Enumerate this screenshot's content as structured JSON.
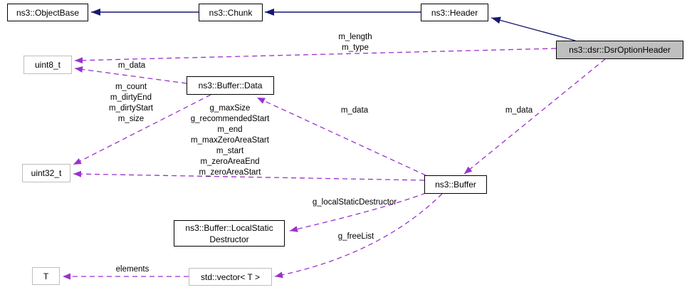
{
  "diagram": {
    "kind": "doxygen-collaboration-diagram",
    "colors": {
      "background": "#ffffff",
      "inheritance_edge": "#191970",
      "usage_edge": "#9a32cd",
      "node_border": "#000000",
      "external_node_border": "#bebebe",
      "focus_node_fill": "#bfbfbf",
      "node_fill": "#ffffff",
      "text": "#000000"
    },
    "nodes": {
      "objectbase": {
        "label": "ns3::ObjectBase"
      },
      "chunk": {
        "label": "ns3::Chunk"
      },
      "header": {
        "label": "ns3::Header"
      },
      "dsr_option_header": {
        "label": "ns3::dsr::DsrOptionHeader"
      },
      "uint8": {
        "label": "uint8_t"
      },
      "buffer_data": {
        "label": "ns3::Buffer::Data"
      },
      "uint32": {
        "label": "uint32_t"
      },
      "buffer": {
        "label": "ns3::Buffer"
      },
      "local_static": {
        "line1": "ns3::Buffer::LocalStatic",
        "line2": "Destructor"
      },
      "t": {
        "label": "T"
      },
      "std_vector": {
        "label": "std::vector< T >"
      }
    },
    "edge_labels": {
      "dsr_to_uint8": {
        "lines": [
          "m_length",
          "m_type"
        ]
      },
      "bufferdata_to_uint8": {
        "text": "m_data"
      },
      "bufferdata_to_uint32": {
        "lines": [
          "m_count",
          "m_dirtyEnd",
          "m_dirtyStart",
          "m_size"
        ]
      },
      "buffer_to_uint32": {
        "lines": [
          "g_maxSize",
          "g_recommendedStart",
          "m_end",
          "m_maxZeroAreaStart",
          "m_start",
          "m_zeroAreaEnd",
          "m_zeroAreaStart"
        ]
      },
      "buffer_to_bufferdata": {
        "text": "m_data"
      },
      "dsr_to_buffer": {
        "text": "m_data"
      },
      "buffer_to_localstatic": {
        "text": "g_localStaticDestructor"
      },
      "buffer_to_vector": {
        "text": "g_freeList"
      },
      "vector_to_t": {
        "text": "elements"
      }
    }
  }
}
